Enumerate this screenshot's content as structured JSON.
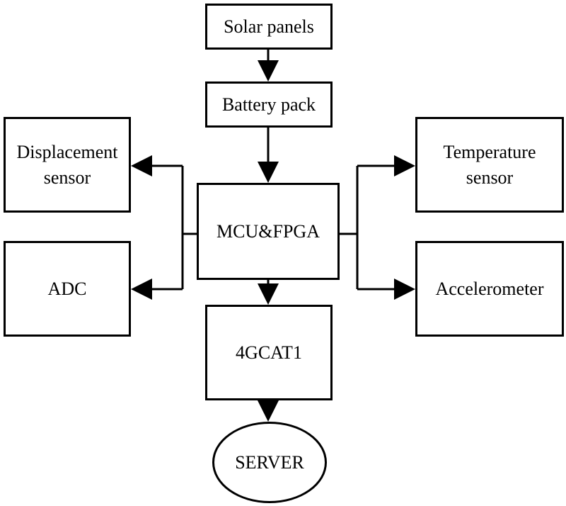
{
  "nodes": {
    "solar_panels": "Solar panels",
    "battery_pack": "Battery pack",
    "displacement_sensor": [
      "Displacement",
      "sensor"
    ],
    "mcu_fpga": "MCU&FPGA",
    "temperature_sensor": [
      "Temperature",
      "sensor"
    ],
    "adc": "ADC",
    "accelerometer": "Accelerometer",
    "cat1": "4GCAT1",
    "server": "SERVER"
  },
  "colors": {
    "stroke": "#000000",
    "background": "#ffffff"
  }
}
